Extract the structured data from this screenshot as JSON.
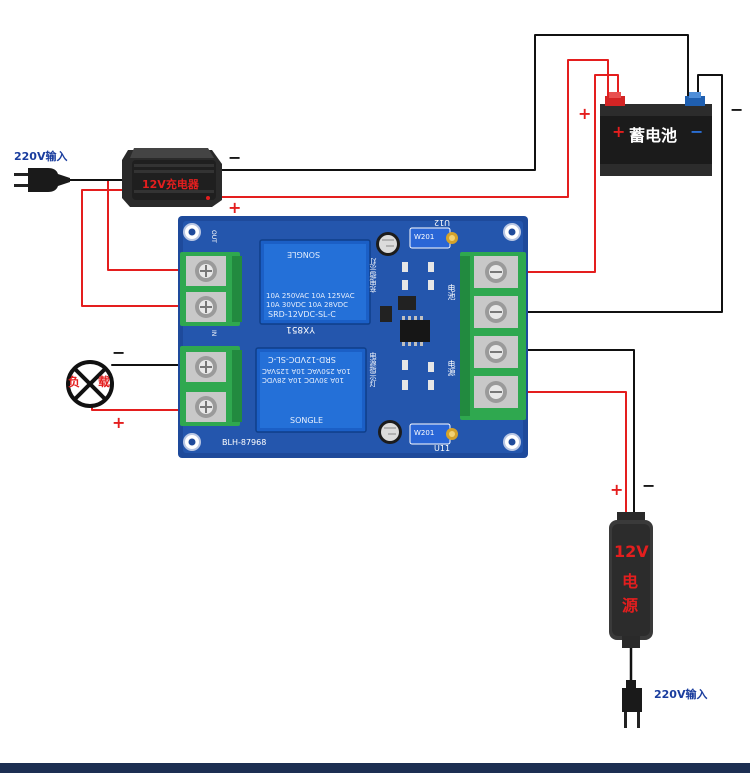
{
  "labels": {
    "ac_input_top": "220V输入",
    "ac_input_bottom": "220V输入",
    "charger": "12V充电器",
    "battery": "蓄电池",
    "load_left": "负",
    "load_right": "载",
    "psu_line1": "12V",
    "psu_line2": "电",
    "psu_line3": "源"
  },
  "signs": {
    "plus": "+",
    "minus": "−"
  },
  "board": {
    "relay_top": {
      "brand": "SONGLE",
      "rating": "10A 250VAC  10A 125VAC",
      "rating2": "10A 30VDC  10A 28VDC",
      "model": "SRD-12VDC-SL-C"
    },
    "relay_bottom": {
      "brand": "SONGLE",
      "rating": "10A 250VAC  10A 125VAC",
      "rating2": "10A 30VDC  10A 28VDC",
      "model": "SRD-12VDC-SL-C"
    },
    "top_model": "YX851",
    "serial": "BLH-87968",
    "charge_indicator": "充电指示灯",
    "power_indicator": "电源指示灯",
    "battery_label": "电池",
    "supply_label": "电源",
    "pot_top": "W201",
    "pot_bottom": "W201",
    "ic_top": "U12",
    "ic_bottom": "U11",
    "out": "OUT",
    "in": "IN"
  },
  "colors": {
    "wire_red": "#e41e1e",
    "wire_black": "#111111",
    "pcb": "#1e4a9b",
    "label_blue": "#1a3d9e",
    "terminal_green": "#2fa84f"
  }
}
